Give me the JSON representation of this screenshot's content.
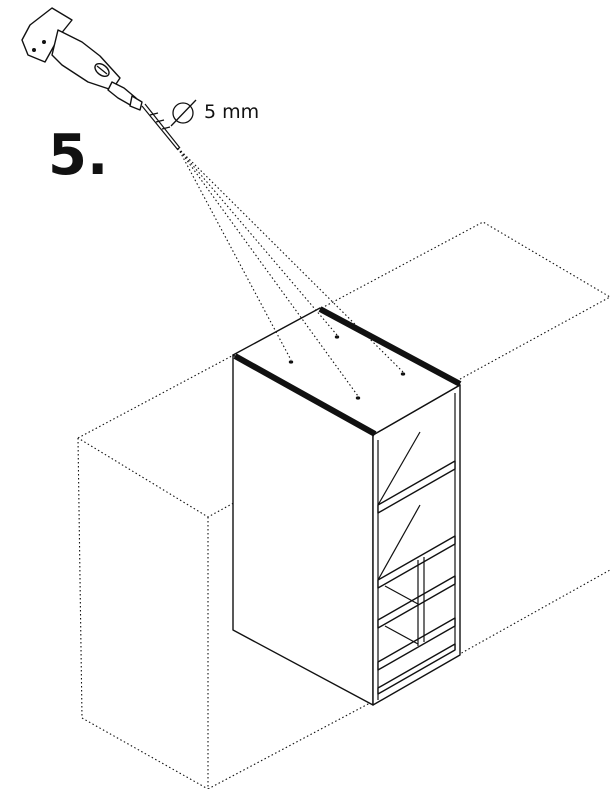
{
  "step": {
    "number": "5."
  },
  "drill": {
    "bit_diameter": "5 mm"
  },
  "icons": {
    "drill": "power-drill-icon",
    "diameter": "diameter-symbol-icon"
  },
  "holes": {
    "count": 4
  },
  "colors": {
    "ink": "#111111",
    "paper": "#ffffff"
  }
}
